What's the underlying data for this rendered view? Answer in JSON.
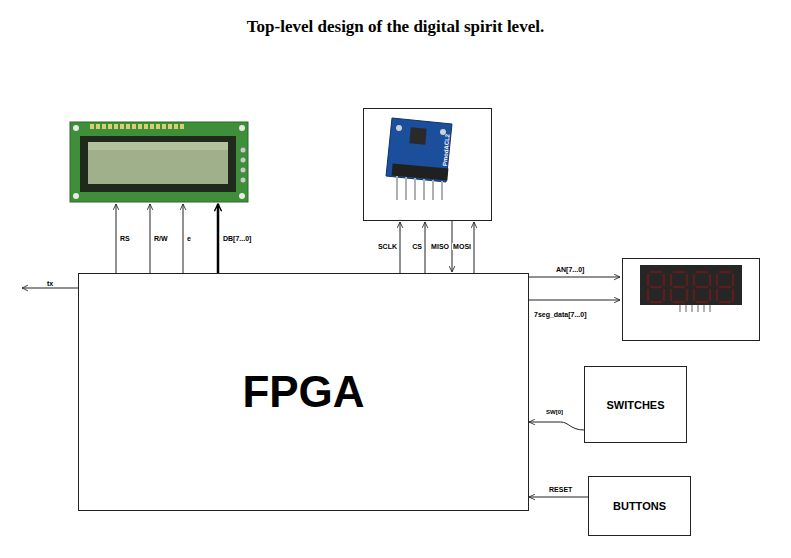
{
  "diagram": {
    "title": "Top-level design of the digital spirit level.",
    "nodes": [
      {
        "text": [
          "FPGA"
        ]
      },
      {
        "text": [
          "SWITCHES"
        ]
      },
      {
        "text": [
          "BUTTONS"
        ]
      }
    ],
    "edges": [
      {
        "from": 1,
        "to": 0,
        "arrow": "to",
        "label": "SW[0]"
      },
      {
        "from": 2,
        "to": 0,
        "arrow": "to",
        "label": "RESET"
      }
    ],
    "labels": [
      "RS",
      "R/W",
      "e",
      "DB[7...0]",
      "SCLK",
      "CS",
      "MISO",
      "MOSI",
      "tx",
      "AN[7...0]",
      "7seg_data[7...0]",
      "PmodACL2"
    ]
  }
}
